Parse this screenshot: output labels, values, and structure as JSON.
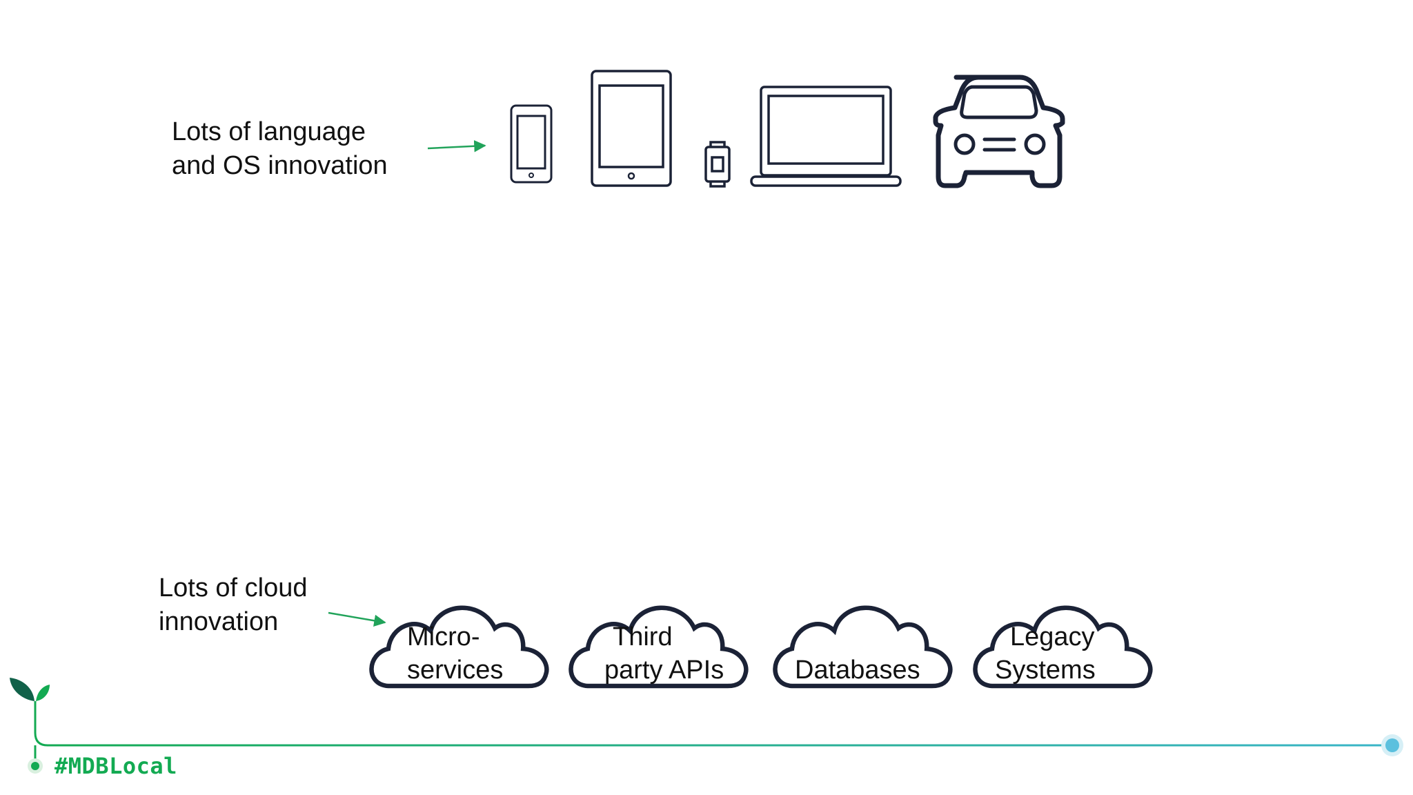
{
  "top_caption": {
    "line1": "Lots of language",
    "line2": "and OS innovation"
  },
  "bottom_caption": {
    "line1": "Lots of cloud",
    "line2": "innovation"
  },
  "devices": [
    {
      "icon": "smartphone-icon"
    },
    {
      "icon": "tablet-icon"
    },
    {
      "icon": "smartwatch-icon"
    },
    {
      "icon": "laptop-icon"
    },
    {
      "icon": "car-icon"
    }
  ],
  "clouds": [
    {
      "icon": "cloud-icon",
      "lines": [
        "Micro-",
        "services"
      ]
    },
    {
      "icon": "cloud-icon",
      "lines": [
        "Third",
        "party APIs"
      ]
    },
    {
      "icon": "cloud-icon",
      "lines": [
        "Databases"
      ]
    },
    {
      "icon": "cloud-icon",
      "lines": [
        "Legacy",
        "Systems"
      ]
    }
  ],
  "footer": {
    "hashtag": "#MDBLocal"
  },
  "colors": {
    "icon_stroke": "#1b2236",
    "arrow_green": "#21a35a",
    "brand_green": "#13aa52",
    "footer_line_end": "#3ab5c8",
    "endpoint_dot": "#5bc0de"
  }
}
